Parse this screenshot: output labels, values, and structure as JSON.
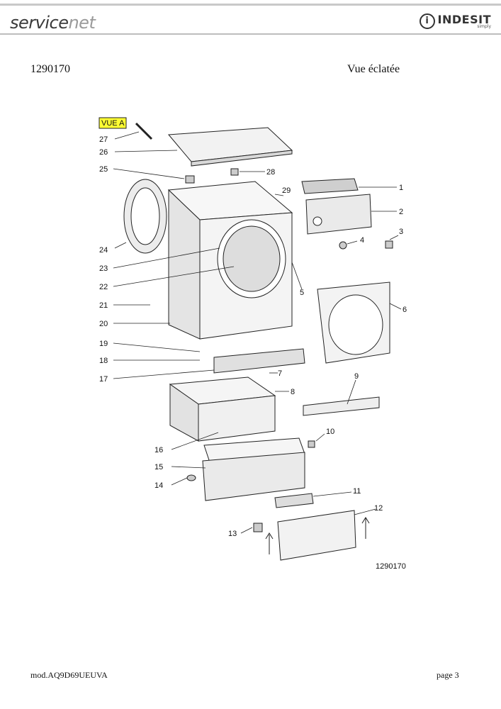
{
  "header": {
    "brand_left_main": "service",
    "brand_left_accent": "net",
    "brand_right": "INDESIT",
    "brand_right_sub": "simply"
  },
  "doc": {
    "number": "1290170",
    "title": "Vue éclatée"
  },
  "diagram": {
    "view_label": "VUE A",
    "drawing_number": "1290170",
    "callouts": [
      "1",
      "2",
      "3",
      "4",
      "5",
      "6",
      "7",
      "8",
      "9",
      "10",
      "11",
      "12",
      "13",
      "14",
      "15",
      "16",
      "17",
      "18",
      "19",
      "20",
      "21",
      "22",
      "23",
      "24",
      "25",
      "26",
      "27",
      "28",
      "29"
    ]
  },
  "footer": {
    "model": "mod.AQ9D69UEUVA",
    "page": "page 3"
  },
  "colors": {
    "view_label_bg": "#ffff33",
    "line": "#222222",
    "header_rule": "#c9c9c9"
  }
}
